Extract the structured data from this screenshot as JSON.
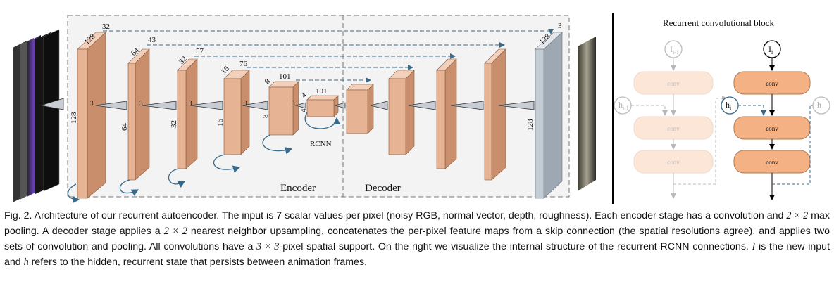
{
  "autoencoder": {
    "input_channel_label": "128",
    "kernel_label": "3",
    "encoder_label": "Encoder",
    "decoder_label": "Decoder",
    "rcnn_label": "RCNN",
    "blocks": [
      {
        "id": "enc1",
        "top": "32",
        "side": "128",
        "bottom": "128"
      },
      {
        "id": "enc2",
        "top": "43",
        "side": "64",
        "bottom": "64"
      },
      {
        "id": "enc3",
        "top": "57",
        "side": "32",
        "bottom": "32"
      },
      {
        "id": "enc4",
        "top": "76",
        "side": "16",
        "bottom": "16"
      },
      {
        "id": "enc5",
        "top": "101",
        "side": "8",
        "bottom": "8"
      },
      {
        "id": "bottleneck",
        "top": "101",
        "side": "4",
        "bottom": "4"
      },
      {
        "id": "out",
        "top": "3",
        "side": "128",
        "bottom": "128"
      }
    ]
  },
  "rcnn_block": {
    "title": "Recurrent convolutional block",
    "prev_input": "I",
    "prev_input_sub": "i-1",
    "cur_input": "I",
    "cur_input_sub": "i",
    "prev_hidden": "h",
    "prev_hidden_sub": "i-1",
    "cur_hidden": "h",
    "cur_hidden_sub": "i",
    "conv_label": "conv"
  },
  "caption": {
    "fig": "Fig. 2.",
    "p1": "Architecture of our recurrent autoencoder. The input is 7 scalar values per pixel (noisy RGB, normal vector, depth, roughness). Each encoder stage has a convolution and ",
    "m1": "2 × 2",
    "p2": " max pooling. A decoder stage applies a ",
    "m2": "2 × 2",
    "p3": " nearest neighbor upsampling, concatenates the per-pixel feature maps from a skip connection (the spatial resolutions agree), and applies two sets of convolution and pooling. All convolutions have a ",
    "m3": "3 × 3",
    "p4": "-pixel spatial support. On the right we visualize the internal structure of the recurrent RCNN connections. ",
    "m4": "I",
    "p5": " is the new input and ",
    "m5": "h",
    "p6": " refers to the hidden, recurrent state that persists between animation frames."
  },
  "colors": {
    "block_front": "#e6b394",
    "block_top": "#f2d0bb",
    "block_side": "#c98f6c",
    "out_front": "#c4ccd4",
    "panel_bg": "#f4f4f4",
    "conv_active": "#f3b184",
    "conv_faded": "#fbe6d8"
  }
}
